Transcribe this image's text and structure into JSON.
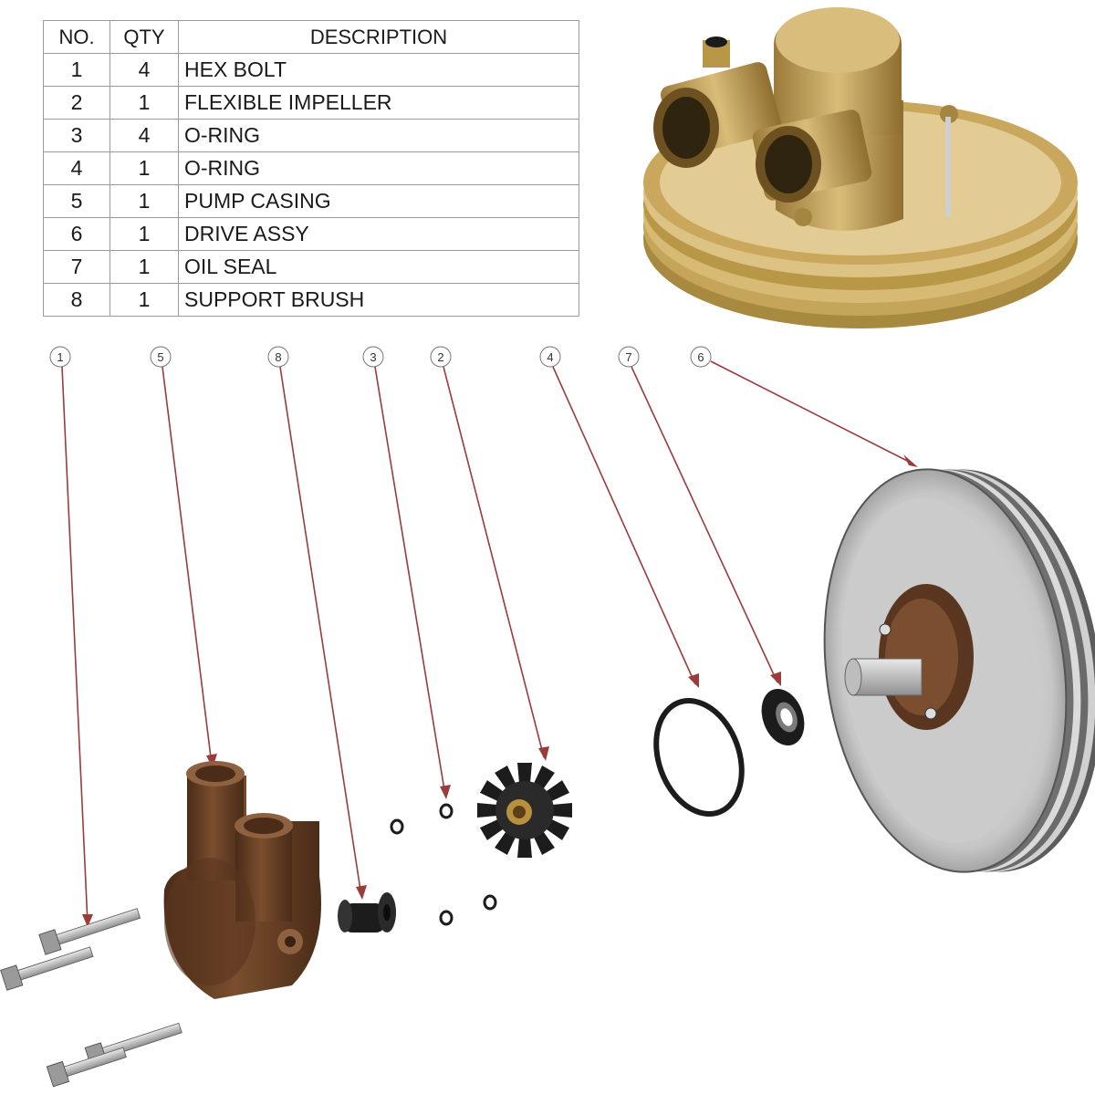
{
  "table": {
    "headers": {
      "no": "NO.",
      "qty": "QTY",
      "description": "DESCRIPTION"
    },
    "rows": [
      {
        "no": "1",
        "qty": "4",
        "description": "HEX BOLT"
      },
      {
        "no": "2",
        "qty": "1",
        "description": "FLEXIBLE IMPELLER"
      },
      {
        "no": "3",
        "qty": "4",
        "description": "O-RING"
      },
      {
        "no": "4",
        "qty": "1",
        "description": "O-RING"
      },
      {
        "no": "5",
        "qty": "1",
        "description": "PUMP CASING"
      },
      {
        "no": "6",
        "qty": "1",
        "description": "DRIVE ASSY"
      },
      {
        "no": "7",
        "qty": "1",
        "description": "OIL SEAL"
      },
      {
        "no": "8",
        "qty": "1",
        "description": "SUPPORT BRUSH"
      }
    ]
  },
  "callouts": [
    "1",
    "5",
    "8",
    "3",
    "2",
    "4",
    "7",
    "6"
  ],
  "colors": {
    "leader_line": "#9b3b3b",
    "brass": "#c9a75c",
    "bronze": "#6b4226",
    "rubber": "#1c1c1c",
    "pulley": "#b8b8b8"
  }
}
